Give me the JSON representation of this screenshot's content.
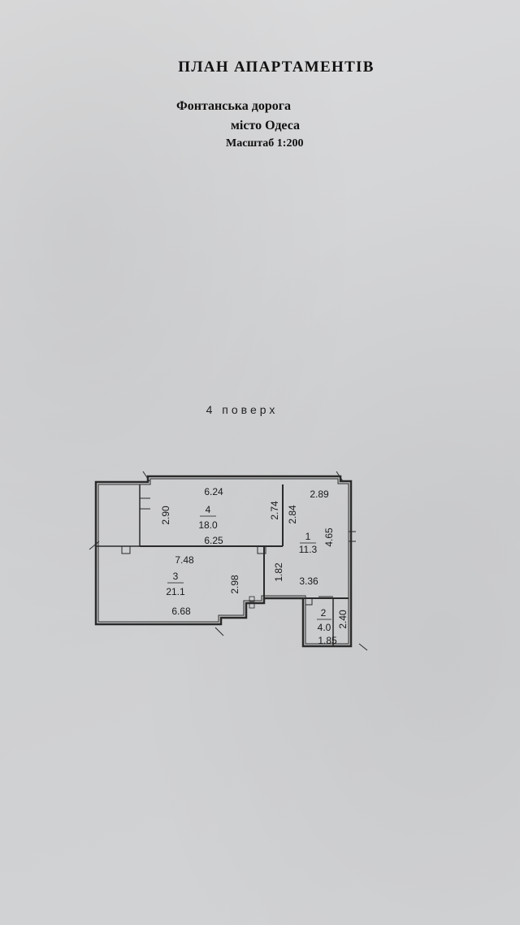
{
  "header": {
    "title": "ПЛАН АПАРТАМЕНТІВ",
    "address": "Фонтанська дорога",
    "city": "місто Одеса",
    "scale": "Масштаб 1:200"
  },
  "floor_label": "4 поверх",
  "rooms": [
    {
      "number": "4",
      "area": "18.0"
    },
    {
      "number": "3",
      "area": "21.1"
    },
    {
      "number": "1",
      "area": "11.3"
    },
    {
      "number": "2",
      "area": "4.0"
    }
  ],
  "dimensions": {
    "room4_top": "6.24",
    "room4_left": "2.90",
    "room4_right": "2.74",
    "room4_bottom": "6.25",
    "room3_top": "7.48",
    "room3_right": "2.98",
    "room3_bottom": "6.68",
    "room1_top": "2.89",
    "room1_left": "2.84",
    "room1_right": "4.65",
    "room1_left_lower": "1.82",
    "room1_bottom": "3.36",
    "room2_right": "2.40",
    "room2_bottom": "1.85"
  }
}
